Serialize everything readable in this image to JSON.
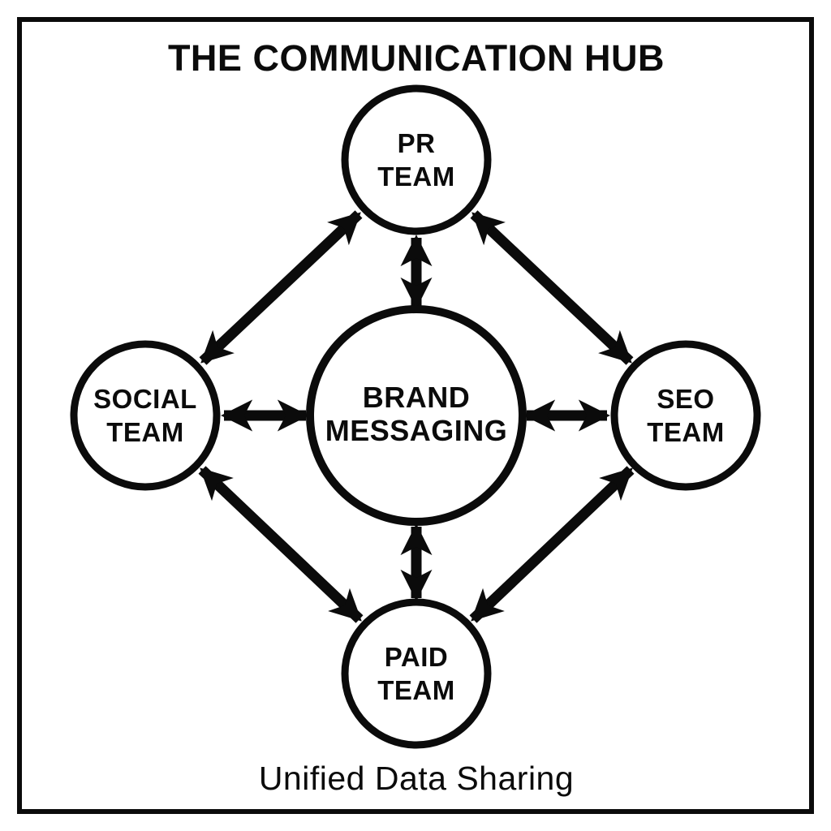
{
  "title": "THE COMMUNICATION HUB",
  "caption": "Unified Data Sharing",
  "colors": {
    "ink": "#0b0b0b",
    "background": "#ffffff"
  },
  "hub": {
    "id": "brand-messaging",
    "label_line1": "BRAND",
    "label_line2": "MESSAGING"
  },
  "nodes": [
    {
      "id": "pr-team",
      "position": "top",
      "label_line1": "PR",
      "label_line2": "TEAM"
    },
    {
      "id": "social-team",
      "position": "left",
      "label_line1": "SOCIAL",
      "label_line2": "TEAM"
    },
    {
      "id": "seo-team",
      "position": "right",
      "label_line1": "SEO",
      "label_line2": "TEAM"
    },
    {
      "id": "paid-team",
      "position": "bottom",
      "label_line1": "PAID",
      "label_line2": "TEAM"
    }
  ],
  "connections": [
    {
      "from": "pr-team",
      "to": "brand-messaging",
      "bidirectional": true
    },
    {
      "from": "social-team",
      "to": "brand-messaging",
      "bidirectional": true
    },
    {
      "from": "seo-team",
      "to": "brand-messaging",
      "bidirectional": true
    },
    {
      "from": "paid-team",
      "to": "brand-messaging",
      "bidirectional": true
    },
    {
      "from": "pr-team",
      "to": "social-team",
      "bidirectional": true
    },
    {
      "from": "pr-team",
      "to": "seo-team",
      "bidirectional": true
    },
    {
      "from": "social-team",
      "to": "paid-team",
      "bidirectional": true
    },
    {
      "from": "seo-team",
      "to": "paid-team",
      "bidirectional": true
    }
  ]
}
